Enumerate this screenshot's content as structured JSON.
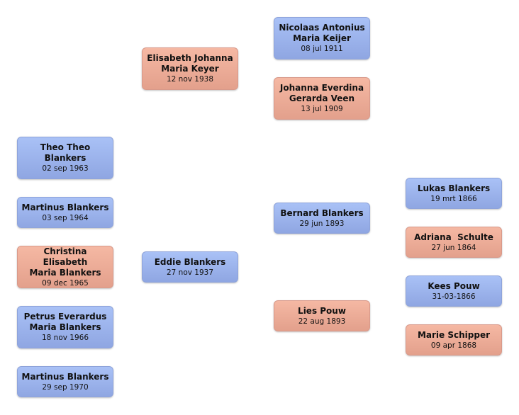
{
  "people": {
    "elisabeth": {
      "name": "Elisabeth Johanna\nMaria Keyer",
      "date": "12 nov 1938"
    },
    "nicolaas": {
      "name": "Nicolaas Antonius\nMaria Keijer",
      "date": "08 jul 1911"
    },
    "johanna": {
      "name": "Johanna Everdina\nGerarda Veen",
      "date": "13 jul 1909"
    },
    "theo": {
      "name": "Theo Theo\nBlankers",
      "date": "02 sep 1963"
    },
    "martinus1": {
      "name": "Martinus Blankers",
      "date": "03 sep 1964"
    },
    "christina": {
      "name": "Christina Elisabeth\nMaria Blankers",
      "date": "09 dec 1965"
    },
    "petrus": {
      "name": "Petrus Everardus\nMaria Blankers",
      "date": "18 nov 1966"
    },
    "martinus2": {
      "name": "Martinus Blankers",
      "date": "29 sep 1970"
    },
    "eddie": {
      "name": "Eddie Blankers",
      "date": "27 nov 1937"
    },
    "bernard": {
      "name": "Bernard Blankers",
      "date": "29 jun 1893"
    },
    "lies": {
      "name": "Lies Pouw",
      "date": "22 aug 1893"
    },
    "lukas": {
      "name": "Lukas Blankers",
      "date": "19 mrt 1866"
    },
    "adriana": {
      "name": "Adriana  Schulte",
      "date": "27 jun 1864"
    },
    "kees": {
      "name": "Kees Pouw",
      "date": "31-03-1866"
    },
    "marie": {
      "name": "Marie Schipper",
      "date": "09 apr 1868"
    }
  },
  "colors": {
    "male": "#9fb5ef",
    "female": "#eeae99"
  }
}
